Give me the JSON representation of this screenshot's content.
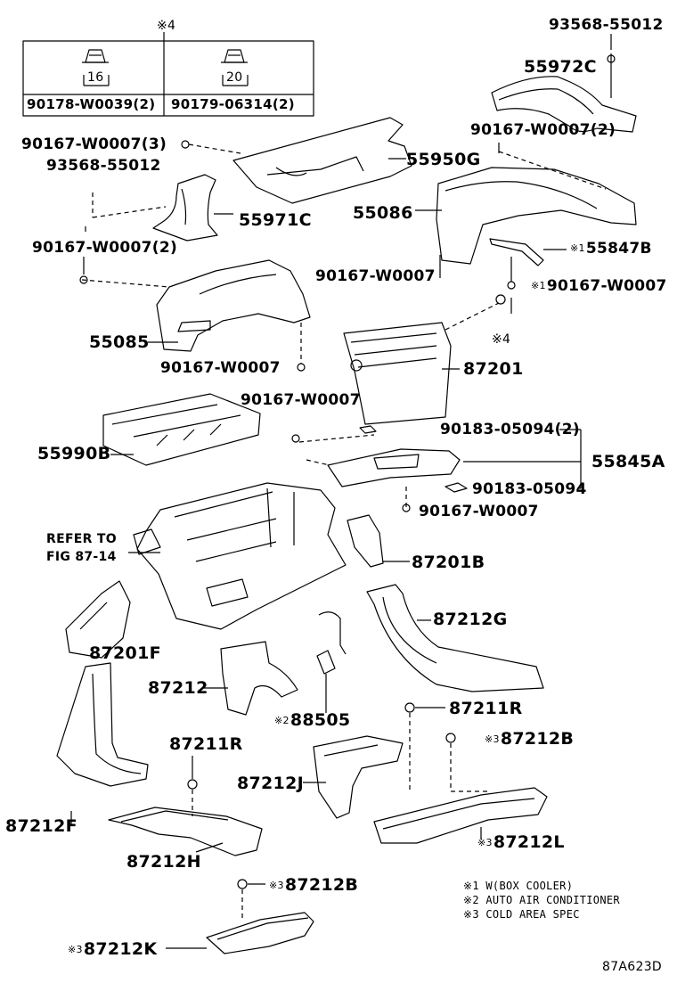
{
  "legend_table": {
    "note_mark": "※4",
    "size_left": "16",
    "size_right": "20",
    "part_left": "90178-W0039(2)",
    "part_right": "90179-06314(2)"
  },
  "labels": {
    "p93568_top": "93568-55012",
    "p55972C": "55972C",
    "p90167_2a": "90167-W0007(2)",
    "p90167_3": "90167-W0007(3)",
    "p93568_left": "93568-55012",
    "p55950G": "55950G",
    "p55971C": "55971C",
    "p55086": "55086",
    "p55847B": "55847B",
    "p90167_2b": "90167-W0007(2)",
    "p90167_mid": "90167-W0007",
    "p90167_r1": "90167-W0007",
    "p55085": "55085",
    "p90167_c": "90167-W0007",
    "p87201": "87201",
    "p90167_d": "90167-W0007",
    "p90183_2": "90183-05094(2)",
    "p55990B": "55990B",
    "p55845A": "55845A",
    "p90183": "90183-05094",
    "p90167_e": "90167-W0007",
    "refer1": "REFER TO",
    "refer2": "FIG 87-14",
    "p87201B": "87201B",
    "p87212G": "87212G",
    "p87201F": "87201F",
    "p87212": "87212",
    "p87211R_a": "87211R",
    "p88505": "88505",
    "p87212B_a": "87212B",
    "p87211R_b": "87211R",
    "p87212J": "87212J",
    "p87212F": "87212F",
    "p87212L": "87212L",
    "p87212H": "87212H",
    "p87212B_b": "87212B",
    "p87212K": "87212K"
  },
  "marks": {
    "m1": "※1",
    "m2": "※2",
    "m3": "※3",
    "m4": "※4"
  },
  "notes": {
    "n1": "※1 W(BOX COOLER)",
    "n2": "※2 AUTO AIR CONDITIONER",
    "n3": "※3 COLD AREA SPEC"
  },
  "figure_code": "87A623D"
}
